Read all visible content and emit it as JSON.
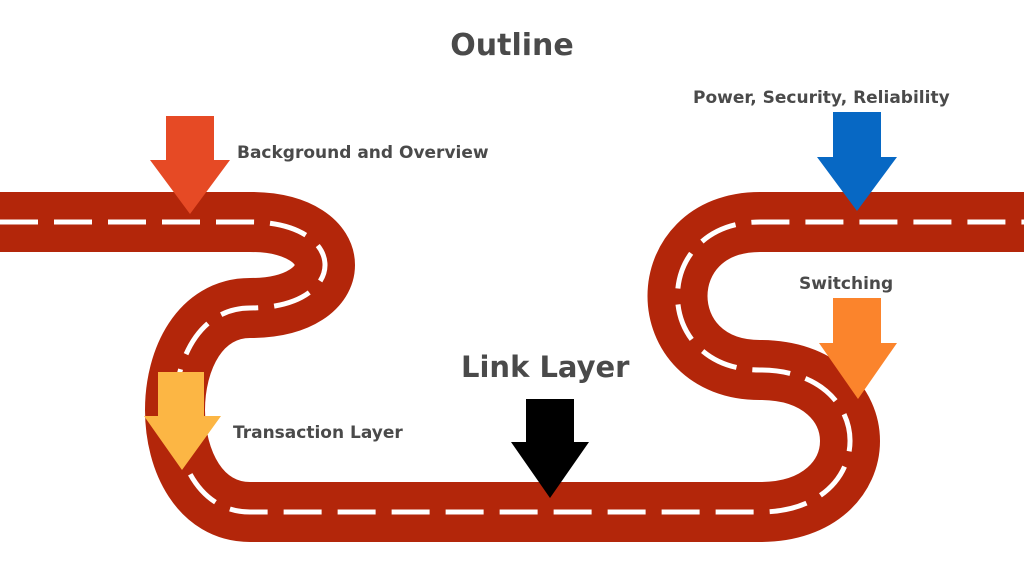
{
  "title": "Outline",
  "milestones": {
    "background": {
      "label": "Background and Overview",
      "color": "#e64a25"
    },
    "power": {
      "label": "Power, Security, Reliability",
      "color": "#0768c4"
    },
    "switching": {
      "label": "Switching",
      "color": "#fb842c"
    },
    "link": {
      "label": "Link Layer",
      "color": "#000000"
    },
    "transaction": {
      "label": "Transaction Layer",
      "color": "#fcb644"
    }
  },
  "road": {
    "color": "#b3260a",
    "line_color": "#ffffff"
  }
}
